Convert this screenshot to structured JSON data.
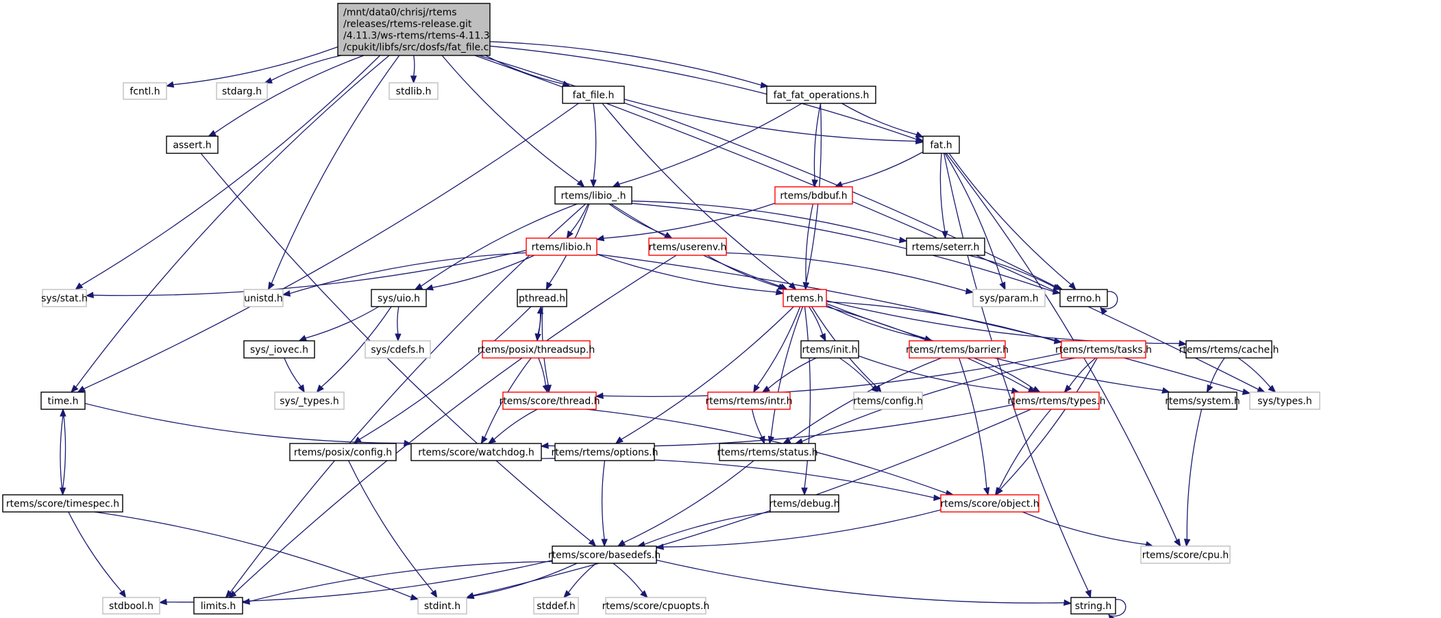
{
  "graph": {
    "title": "Include dependency graph for fat_file.c",
    "colors": {
      "edge": "#191970",
      "node_border_normal": "#000000",
      "node_border_truncated": "#ff0000",
      "node_border_external": "#bfbfbf",
      "root_fill": "#bfbfbf"
    },
    "nodes": [
      {
        "id": "root",
        "lines": [
          "/mnt/data0/chrisj/rtems",
          "/releases/rtems-release.git",
          "/4.11.3/ws-rtems/rtems-4.11.3",
          "/cpukit/libfs/src/dosfs/fat_file.c"
        ],
        "style": "root"
      },
      {
        "id": "fcntl",
        "lines": [
          "fcntl.h"
        ],
        "style": "grey"
      },
      {
        "id": "stdarg",
        "lines": [
          "stdarg.h"
        ],
        "style": "grey"
      },
      {
        "id": "stdlib",
        "lines": [
          "stdlib.h"
        ],
        "style": "grey"
      },
      {
        "id": "fat_file",
        "lines": [
          "fat_file.h"
        ],
        "style": "normal"
      },
      {
        "id": "fat_fat_ops",
        "lines": [
          "fat_fat_operations.h"
        ],
        "style": "normal"
      },
      {
        "id": "assert",
        "lines": [
          "assert.h"
        ],
        "style": "normal"
      },
      {
        "id": "fat",
        "lines": [
          "fat.h"
        ],
        "style": "normal"
      },
      {
        "id": "libio_",
        "lines": [
          "rtems/libio_.h"
        ],
        "style": "normal"
      },
      {
        "id": "bdbuf",
        "lines": [
          "rtems/bdbuf.h"
        ],
        "style": "red"
      },
      {
        "id": "libio",
        "lines": [
          "rtems/libio.h"
        ],
        "style": "red"
      },
      {
        "id": "userenv",
        "lines": [
          "rtems/userenv.h"
        ],
        "style": "red"
      },
      {
        "id": "seterr",
        "lines": [
          "rtems/seterr.h"
        ],
        "style": "normal"
      },
      {
        "id": "sys_stat",
        "lines": [
          "sys/stat.h"
        ],
        "style": "grey"
      },
      {
        "id": "unistd",
        "lines": [
          "unistd.h"
        ],
        "style": "grey"
      },
      {
        "id": "sys_uio",
        "lines": [
          "sys/uio.h"
        ],
        "style": "normal"
      },
      {
        "id": "pthread",
        "lines": [
          "pthread.h"
        ],
        "style": "normal"
      },
      {
        "id": "rtems",
        "lines": [
          "rtems.h"
        ],
        "style": "red"
      },
      {
        "id": "sys_param",
        "lines": [
          "sys/param.h"
        ],
        "style": "grey"
      },
      {
        "id": "errno",
        "lines": [
          "errno.h"
        ],
        "style": "normal"
      },
      {
        "id": "sys_iovec",
        "lines": [
          "sys/_iovec.h"
        ],
        "style": "normal"
      },
      {
        "id": "sys_cdefs",
        "lines": [
          "sys/cdefs.h"
        ],
        "style": "grey"
      },
      {
        "id": "threadsup",
        "lines": [
          "rtems/posix/threadsup.h"
        ],
        "style": "red"
      },
      {
        "id": "init",
        "lines": [
          "rtems/init.h"
        ],
        "style": "normal"
      },
      {
        "id": "barrier",
        "lines": [
          "rtems/rtems/barrier.h"
        ],
        "style": "red"
      },
      {
        "id": "tasks",
        "lines": [
          "rtems/rtems/tasks.h"
        ],
        "style": "red"
      },
      {
        "id": "cache",
        "lines": [
          "rtems/rtems/cache.h"
        ],
        "style": "normal"
      },
      {
        "id": "sys__types",
        "lines": [
          "sys/_types.h"
        ],
        "style": "grey"
      },
      {
        "id": "time",
        "lines": [
          "time.h"
        ],
        "style": "normal"
      },
      {
        "id": "thread",
        "lines": [
          "rtems/score/thread.h"
        ],
        "style": "red"
      },
      {
        "id": "intr",
        "lines": [
          "rtems/rtems/intr.h"
        ],
        "style": "red"
      },
      {
        "id": "config",
        "lines": [
          "rtems/config.h"
        ],
        "style": "grey"
      },
      {
        "id": "rtypes",
        "lines": [
          "rtems/rtems/types.h"
        ],
        "style": "red"
      },
      {
        "id": "system",
        "lines": [
          "rtems/system.h"
        ],
        "style": "normal"
      },
      {
        "id": "sys_types",
        "lines": [
          "sys/types.h"
        ],
        "style": "grey"
      },
      {
        "id": "posix_config",
        "lines": [
          "rtems/posix/config.h"
        ],
        "style": "normal"
      },
      {
        "id": "watchdog",
        "lines": [
          "rtems/score/watchdog.h"
        ],
        "style": "normal"
      },
      {
        "id": "options",
        "lines": [
          "rtems/rtems/options.h"
        ],
        "style": "normal"
      },
      {
        "id": "status",
        "lines": [
          "rtems/rtems/status.h"
        ],
        "style": "normal"
      },
      {
        "id": "timespec",
        "lines": [
          "rtems/score/timespec.h"
        ],
        "style": "normal"
      },
      {
        "id": "debug",
        "lines": [
          "rtems/debug.h"
        ],
        "style": "normal"
      },
      {
        "id": "object",
        "lines": [
          "rtems/score/object.h"
        ],
        "style": "red"
      },
      {
        "id": "basedefs",
        "lines": [
          "rtems/score/basedefs.h"
        ],
        "style": "normal"
      },
      {
        "id": "cpu",
        "lines": [
          "rtems/score/cpu.h"
        ],
        "style": "grey"
      },
      {
        "id": "stdbool",
        "lines": [
          "stdbool.h"
        ],
        "style": "grey"
      },
      {
        "id": "limits",
        "lines": [
          "limits.h"
        ],
        "style": "normal"
      },
      {
        "id": "stdint",
        "lines": [
          "stdint.h"
        ],
        "style": "grey"
      },
      {
        "id": "stddef",
        "lines": [
          "stddef.h"
        ],
        "style": "grey"
      },
      {
        "id": "cpuopts",
        "lines": [
          "rtems/score/cpuopts.h"
        ],
        "style": "grey"
      },
      {
        "id": "string",
        "lines": [
          "string.h"
        ],
        "style": "normal"
      }
    ],
    "edges": [
      [
        "root",
        "fcntl"
      ],
      [
        "root",
        "stdarg"
      ],
      [
        "root",
        "stdlib"
      ],
      [
        "root",
        "fat_file"
      ],
      [
        "root",
        "fat_fat_ops"
      ],
      [
        "root",
        "assert"
      ],
      [
        "root",
        "fat"
      ],
      [
        "root",
        "libio_"
      ],
      [
        "root",
        "sys_stat"
      ],
      [
        "root",
        "unistd"
      ],
      [
        "root",
        "errno"
      ],
      [
        "root",
        "time"
      ],
      [
        "root",
        "sys_types"
      ],
      [
        "fat_file",
        "fat"
      ],
      [
        "fat_file",
        "libio_"
      ],
      [
        "fat_file",
        "rtems"
      ],
      [
        "fat_file",
        "time"
      ],
      [
        "fat_fat_ops",
        "fat"
      ],
      [
        "fat_fat_ops",
        "libio_"
      ],
      [
        "fat_fat_ops",
        "bdbuf"
      ],
      [
        "fat_fat_ops",
        "rtems"
      ],
      [
        "assert",
        "basedefs"
      ],
      [
        "fat",
        "bdbuf"
      ],
      [
        "fat",
        "seterr"
      ],
      [
        "fat",
        "sys_param"
      ],
      [
        "fat",
        "errno"
      ],
      [
        "fat",
        "cpu"
      ],
      [
        "fat",
        "string"
      ],
      [
        "libio_",
        "libio"
      ],
      [
        "libio_",
        "userenv"
      ],
      [
        "libio_",
        "seterr"
      ],
      [
        "libio_",
        "rtems"
      ],
      [
        "libio_",
        "pthread"
      ],
      [
        "libio_",
        "sys_uio"
      ],
      [
        "libio_",
        "errno"
      ],
      [
        "libio_",
        "limits"
      ],
      [
        "bdbuf",
        "libio"
      ],
      [
        "bdbuf",
        "rtems"
      ],
      [
        "libio",
        "sys_stat"
      ],
      [
        "libio",
        "unistd"
      ],
      [
        "libio",
        "sys_uio"
      ],
      [
        "libio",
        "rtems"
      ],
      [
        "libio",
        "sys_types"
      ],
      [
        "userenv",
        "rtems"
      ],
      [
        "userenv",
        "sys_param"
      ],
      [
        "userenv",
        "limits"
      ],
      [
        "seterr",
        "errno"
      ],
      [
        "errno",
        "errno"
      ],
      [
        "sys_uio",
        "sys_iovec"
      ],
      [
        "sys_uio",
        "sys_cdefs"
      ],
      [
        "sys_uio",
        "sys__types"
      ],
      [
        "sys_iovec",
        "sys__types"
      ],
      [
        "pthread",
        "threadsup"
      ],
      [
        "pthread",
        "thread"
      ],
      [
        "pthread",
        "posix_config"
      ],
      [
        "threadsup",
        "pthread"
      ],
      [
        "threadsup",
        "thread"
      ],
      [
        "threadsup",
        "watchdog"
      ],
      [
        "rtems",
        "init"
      ],
      [
        "rtems",
        "barrier"
      ],
      [
        "rtems",
        "tasks"
      ],
      [
        "rtems",
        "cache"
      ],
      [
        "rtems",
        "intr"
      ],
      [
        "rtems",
        "config"
      ],
      [
        "rtems",
        "rtypes"
      ],
      [
        "rtems",
        "system"
      ],
      [
        "rtems",
        "options"
      ],
      [
        "rtems",
        "status"
      ],
      [
        "rtems",
        "debug"
      ],
      [
        "init",
        "intr"
      ],
      [
        "init",
        "config"
      ],
      [
        "init",
        "rtypes"
      ],
      [
        "barrier",
        "rtypes"
      ],
      [
        "barrier",
        "status"
      ],
      [
        "barrier",
        "object"
      ],
      [
        "tasks",
        "rtypes"
      ],
      [
        "tasks",
        "thread"
      ],
      [
        "tasks",
        "status"
      ],
      [
        "tasks",
        "object"
      ],
      [
        "cache",
        "system"
      ],
      [
        "cache",
        "sys_types"
      ],
      [
        "thread",
        "watchdog"
      ],
      [
        "thread",
        "object"
      ],
      [
        "intr",
        "status"
      ],
      [
        "rtypes",
        "watchdog"
      ],
      [
        "rtypes",
        "object"
      ],
      [
        "rtypes",
        "stdint"
      ],
      [
        "system",
        "cpu"
      ],
      [
        "time",
        "timespec"
      ],
      [
        "time",
        "watchdog"
      ],
      [
        "timespec",
        "time"
      ],
      [
        "timespec",
        "stdbool"
      ],
      [
        "timespec",
        "stdint"
      ],
      [
        "posix_config",
        "stdint"
      ],
      [
        "watchdog",
        "object"
      ],
      [
        "options",
        "basedefs"
      ],
      [
        "status",
        "basedefs"
      ],
      [
        "debug",
        "basedefs"
      ],
      [
        "object",
        "basedefs"
      ],
      [
        "object",
        "cpu"
      ],
      [
        "basedefs",
        "stdbool"
      ],
      [
        "basedefs",
        "limits"
      ],
      [
        "basedefs",
        "stdint"
      ],
      [
        "basedefs",
        "stddef"
      ],
      [
        "basedefs",
        "cpuopts"
      ],
      [
        "basedefs",
        "string"
      ],
      [
        "string",
        "string"
      ]
    ]
  }
}
